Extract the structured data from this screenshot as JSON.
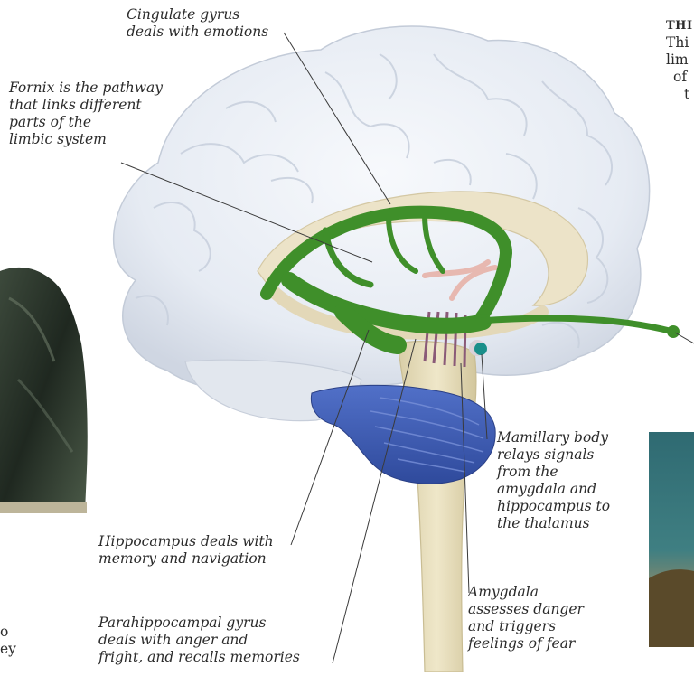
{
  "labels": {
    "cingulate": [
      "Cingulate gyrus",
      "deals with emotions"
    ],
    "fornix": [
      "Fornix is the pathway",
      "that links different",
      "parts of the",
      "limbic system"
    ],
    "mamillary": [
      "Mamillary body",
      "relays signals",
      "from the",
      "amygdala and",
      "hippocampus to",
      "the thalamus"
    ],
    "hippocampus": [
      "Hippocampus deals with",
      "memory and navigation"
    ],
    "amygdala": [
      "Amygdala",
      "assesses danger",
      "and triggers",
      "feelings of fear"
    ],
    "parahippocampal": [
      "Parahippocampal gyrus",
      "deals with anger and",
      "fright, and recalls memories"
    ]
  },
  "side_text": {
    "right_fragment": [
      "THI",
      "Thi",
      "lim",
      "of",
      "t"
    ],
    "left_fragment": [
      "o",
      "ey"
    ]
  },
  "colors": {
    "fornix_green": "#3f8f2a",
    "amygdala_teal": "#1a8f8a",
    "cerebellum_blue": "#3b5bb5",
    "brainstem": "#e6dcb8",
    "cingulate": "#e9dfc4"
  }
}
